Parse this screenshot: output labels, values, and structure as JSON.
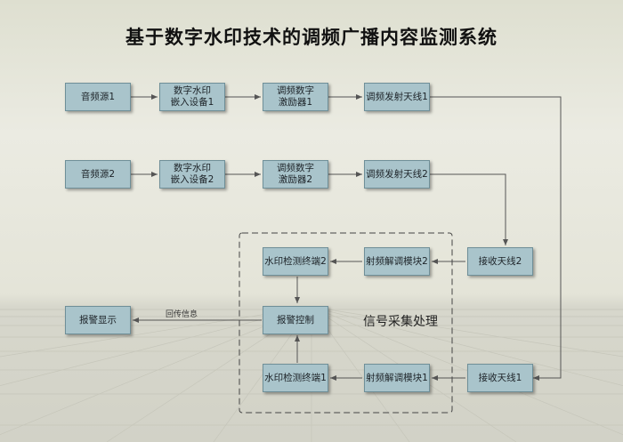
{
  "title": "基于数字水印技术的调频广播内容监测系统",
  "nodes": {
    "audio_source_1": "音频源1",
    "embed_device_1": "数字水印\n嵌入设备1",
    "fm_exciter_1": "调频数字\n激励器1",
    "tx_antenna_1": "调频发射天线1",
    "audio_source_2": "音频源2",
    "embed_device_2": "数字水印\n嵌入设备2",
    "fm_exciter_2": "调频数字\n激励器2",
    "tx_antenna_2": "调频发射天线2",
    "rx_antenna_2": "接收天线2",
    "demod_2": "射频解调模块2",
    "detect_2": "水印检测终端2",
    "alarm_display": "报警显示",
    "alarm_control": "报警控制",
    "detect_1": "水印检测终端1",
    "demod_1": "射频解调模块1",
    "rx_antenna_1": "接收天线1"
  },
  "group_label": "信号采集处理",
  "edge_label_feedback": "回传信息",
  "colors": {
    "node_fill": "#a9c4cb",
    "node_border": "#6f8f98",
    "wire": "#555555"
  }
}
